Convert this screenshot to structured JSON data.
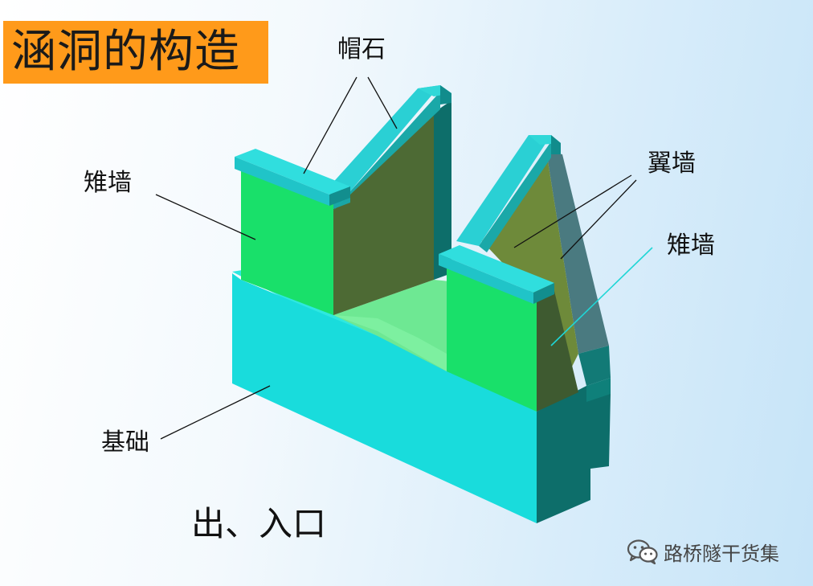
{
  "title": "涵洞的构造",
  "labels": {
    "coping_stone": "帽石",
    "end_wall_left": "雉墙",
    "wing_wall": "翼墙",
    "end_wall_right": "雉墙",
    "foundation": "基础"
  },
  "caption": "出、入口",
  "watermark": {
    "icon": "wechat-icon",
    "text": "路桥隧干货集"
  },
  "colors": {
    "title_bg": "#ff9a1a",
    "foundation": "#19dcdc",
    "wall_front": "#19e06a",
    "wing_side": "#556b3a",
    "coping": "#20c8cc"
  }
}
